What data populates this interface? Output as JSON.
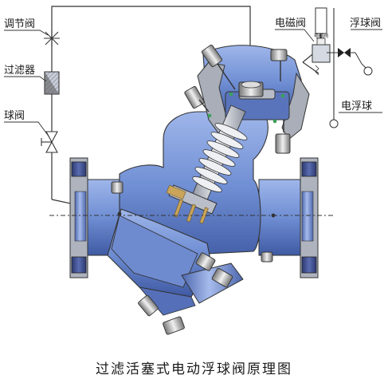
{
  "labels": {
    "regulating_valve": "调节阀",
    "filter": "过滤器",
    "ball_valve": "球阀",
    "solenoid_valve": "电磁阀",
    "solenoid_tag": "电磁阀",
    "float_ball_valve": "浮球阀",
    "electric_float_ball": "电浮球"
  },
  "caption": "过滤活塞式电动浮球阀原理图",
  "colors": {
    "body_blue": "#7d9ad8",
    "body_dark": "#40569a",
    "flange_dark": "#3d4a86",
    "bronze": "#c9a45a",
    "seal_green": "#3aa15a",
    "pipe_line": "#333333",
    "steel_grey": "#b4b9c4"
  }
}
